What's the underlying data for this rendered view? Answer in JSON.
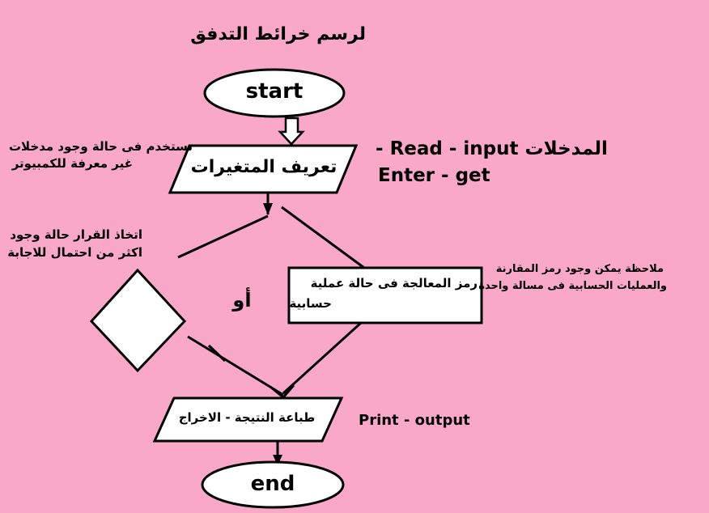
{
  "title": "لرسم خرائط التدفق",
  "start_label": "start",
  "end_label": "end",
  "variables_label": "تعريف المتغيرات",
  "input_note": {
    "line1": "تستخدم فى حالة وجود مدخلات",
    "line2": "غير معرفة للكمبيوتر"
  },
  "input_keywords": {
    "line1": "المدخلات Read - input -",
    "line2": "Enter - get"
  },
  "decision_note": {
    "line1": "اتخاذ القرار حالة وجود",
    "line2": "اكثر من احتمال للاجابة"
  },
  "or_label": "أو",
  "process_label": {
    "line1": "رمز المعالجة فى حالة عملية",
    "line2": "حسابية"
  },
  "process_note": {
    "line1": "ملاحظة يمكن وجود رمز المقارنة",
    "line2": "والعمليات الحسابية فى مسالة واحدة"
  },
  "output_label": "طباعة النتيجة - الاخراج",
  "output_keywords": "Print - output",
  "colors": {
    "background": "#f9a8c8",
    "shape_fill": "#ffffff",
    "stroke": "#000000"
  }
}
